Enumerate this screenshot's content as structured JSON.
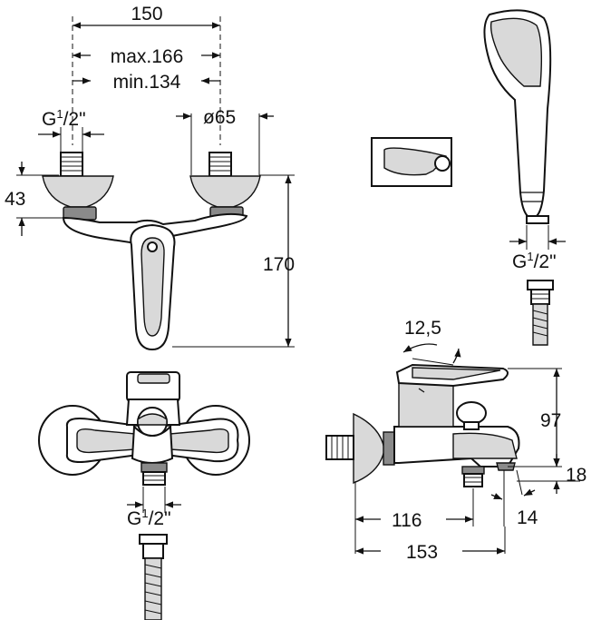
{
  "dimensions": {
    "width_150": "150",
    "max_166": "max.166",
    "min_134": "min.134",
    "g_half_top": "G",
    "g_half_top_sup": "1",
    "g_half_top_sub": "/2\"",
    "dia_65": "ø65",
    "h_43": "43",
    "h_170": "170",
    "g_half_bottom": "G",
    "g_half_bottom_sup": "1",
    "g_half_bottom_sub": "/2\"",
    "angle_12_5": "12,5",
    "h_97": "97",
    "h_18": "18",
    "d_116": "116",
    "d_14": "14",
    "d_153": "153",
    "g_half_shower": "G",
    "g_half_shower_sup": "1",
    "g_half_shower_sub": "/2\""
  }
}
